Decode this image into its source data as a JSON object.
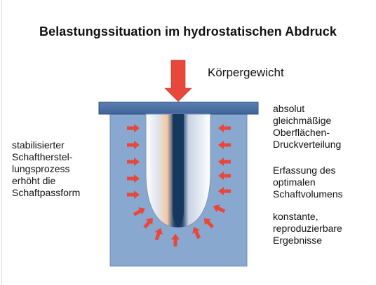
{
  "title": "Belastungssituation im hydrostatischen Abdruck",
  "weight_label": "Körpergewicht",
  "left_note": [
    "stabilisierter",
    "Schaftherstel-",
    "lungsprozess",
    "erhöht die",
    "Schaftpassform"
  ],
  "right_notes": [
    [
      "absolut",
      "gleichmäßige",
      "Oberflächen-",
      "Druckverteilung"
    ],
    [
      "Erfassung des",
      "optimalen",
      "Schaftvolumens"
    ],
    [
      "konstante,",
      "reproduzierbare",
      "Ergebnisse"
    ]
  ],
  "colors": {
    "tank": "#89a8cf",
    "plate": "#4a6fa4",
    "arrow": "#e8473b",
    "stump_core": "#16385e"
  },
  "icons": {
    "load": "arrow-down-icon",
    "pressure": "arrow-icon"
  }
}
